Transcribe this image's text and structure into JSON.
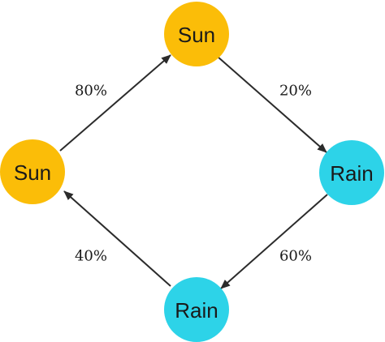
{
  "nodes": {
    "top": {
      "label": "Sun",
      "color": "#FBBD08"
    },
    "left": {
      "label": "Sun",
      "color": "#FBBD08"
    },
    "right": {
      "label": "Rain",
      "color": "#2DD3E8"
    },
    "bottom": {
      "label": "Rain",
      "color": "#2DD3E8"
    }
  },
  "edges": {
    "left_to_top": {
      "label": "80%"
    },
    "top_to_right": {
      "label": "20%"
    },
    "right_to_bottom": {
      "label": "60%"
    },
    "bottom_to_left": {
      "label": "40%"
    }
  },
  "colors": {
    "sun": "#FBBD08",
    "rain": "#2DD3E8",
    "edge": "#2b2b2b"
  }
}
